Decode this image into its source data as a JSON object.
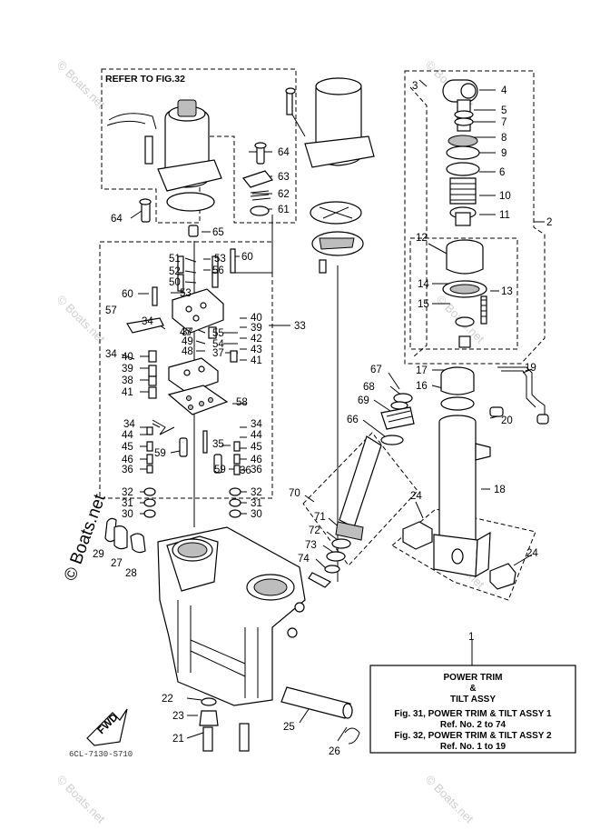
{
  "refer_label": "REFER TO FIG.32",
  "watermark_text": "© Boats.net",
  "brand_text": "© Boats.net",
  "fwd_label": "FWD",
  "diagram_code": "6CL-7130-S710",
  "caption": {
    "line1": "POWER TRIM",
    "line2": "&",
    "line3": "TILT ASSY",
    "line4": "Fig. 31, POWER TRIM & TILT ASSY 1",
    "line5": "Ref. No. 2 to 74",
    "line6": "Fig. 32, POWER TRIM & TILT ASSY 2",
    "line7": "Ref. No. 1 to 19"
  },
  "callouts": [
    {
      "id": "c-1",
      "text": "1"
    },
    {
      "id": "c-2",
      "text": "2"
    },
    {
      "id": "c-3",
      "text": "3"
    },
    {
      "id": "c-4",
      "text": "4"
    },
    {
      "id": "c-5",
      "text": "5"
    },
    {
      "id": "c-6",
      "text": "6"
    },
    {
      "id": "c-7",
      "text": "7"
    },
    {
      "id": "c-8",
      "text": "8"
    },
    {
      "id": "c-9",
      "text": "9"
    },
    {
      "id": "c-10",
      "text": "10"
    },
    {
      "id": "c-11",
      "text": "11"
    },
    {
      "id": "c-12",
      "text": "12"
    },
    {
      "id": "c-13",
      "text": "13"
    },
    {
      "id": "c-14",
      "text": "14"
    },
    {
      "id": "c-15",
      "text": "15"
    },
    {
      "id": "c-16",
      "text": "16"
    },
    {
      "id": "c-17",
      "text": "17"
    },
    {
      "id": "c-18",
      "text": "18"
    },
    {
      "id": "c-19",
      "text": "19"
    },
    {
      "id": "c-20",
      "text": "20"
    },
    {
      "id": "c-21",
      "text": "21"
    },
    {
      "id": "c-22",
      "text": "22"
    },
    {
      "id": "c-23",
      "text": "23"
    },
    {
      "id": "c-24a",
      "text": "24"
    },
    {
      "id": "c-24b",
      "text": "24"
    },
    {
      "id": "c-25",
      "text": "25"
    },
    {
      "id": "c-26",
      "text": "26"
    },
    {
      "id": "c-27",
      "text": "27"
    },
    {
      "id": "c-28",
      "text": "28"
    },
    {
      "id": "c-29",
      "text": "29"
    },
    {
      "id": "c-30a",
      "text": "30"
    },
    {
      "id": "c-30b",
      "text": "30"
    },
    {
      "id": "c-31a",
      "text": "31"
    },
    {
      "id": "c-31b",
      "text": "31"
    },
    {
      "id": "c-32a",
      "text": "32"
    },
    {
      "id": "c-32b",
      "text": "32"
    },
    {
      "id": "c-33",
      "text": "33"
    },
    {
      "id": "c-34a",
      "text": "34"
    },
    {
      "id": "c-34b",
      "text": "34"
    },
    {
      "id": "c-34c",
      "text": "34"
    },
    {
      "id": "c-34d",
      "text": "34"
    },
    {
      "id": "c-35",
      "text": "35"
    },
    {
      "id": "c-36a",
      "text": "36"
    },
    {
      "id": "c-36b",
      "text": "36"
    },
    {
      "id": "c-36c",
      "text": "36"
    },
    {
      "id": "c-37a",
      "text": "37"
    },
    {
      "id": "c-37b",
      "text": "37"
    },
    {
      "id": "c-38",
      "text": "38"
    },
    {
      "id": "c-39a",
      "text": "39"
    },
    {
      "id": "c-39b",
      "text": "39"
    },
    {
      "id": "c-40a",
      "text": "40"
    },
    {
      "id": "c-40b",
      "text": "40"
    },
    {
      "id": "c-41a",
      "text": "41"
    },
    {
      "id": "c-41b",
      "text": "41"
    },
    {
      "id": "c-42",
      "text": "42"
    },
    {
      "id": "c-43",
      "text": "43"
    },
    {
      "id": "c-44a",
      "text": "44"
    },
    {
      "id": "c-44b",
      "text": "44"
    },
    {
      "id": "c-45a",
      "text": "45"
    },
    {
      "id": "c-45b",
      "text": "45"
    },
    {
      "id": "c-46a",
      "text": "46"
    },
    {
      "id": "c-46b",
      "text": "46"
    },
    {
      "id": "c-47",
      "text": "47"
    },
    {
      "id": "c-48",
      "text": "48"
    },
    {
      "id": "c-49",
      "text": "49"
    },
    {
      "id": "c-50",
      "text": "50"
    },
    {
      "id": "c-51",
      "text": "51"
    },
    {
      "id": "c-52",
      "text": "52"
    },
    {
      "id": "c-53a",
      "text": "53"
    },
    {
      "id": "c-53b",
      "text": "53"
    },
    {
      "id": "c-54",
      "text": "54"
    },
    {
      "id": "c-55",
      "text": "55"
    },
    {
      "id": "c-56",
      "text": "56"
    },
    {
      "id": "c-57",
      "text": "57"
    },
    {
      "id": "c-58",
      "text": "58"
    },
    {
      "id": "c-59a",
      "text": "59"
    },
    {
      "id": "c-59b",
      "text": "59"
    },
    {
      "id": "c-60a",
      "text": "60"
    },
    {
      "id": "c-60b",
      "text": "60"
    },
    {
      "id": "c-61",
      "text": "61"
    },
    {
      "id": "c-62",
      "text": "62"
    },
    {
      "id": "c-63",
      "text": "63"
    },
    {
      "id": "c-64a",
      "text": "64"
    },
    {
      "id": "c-64b",
      "text": "64"
    },
    {
      "id": "c-65",
      "text": "65"
    },
    {
      "id": "c-66",
      "text": "66"
    },
    {
      "id": "c-67",
      "text": "67"
    },
    {
      "id": "c-68",
      "text": "68"
    },
    {
      "id": "c-69",
      "text": "69"
    },
    {
      "id": "c-70",
      "text": "70"
    },
    {
      "id": "c-71",
      "text": "71"
    },
    {
      "id": "c-72",
      "text": "72"
    },
    {
      "id": "c-73",
      "text": "73"
    },
    {
      "id": "c-74",
      "text": "74"
    }
  ]
}
